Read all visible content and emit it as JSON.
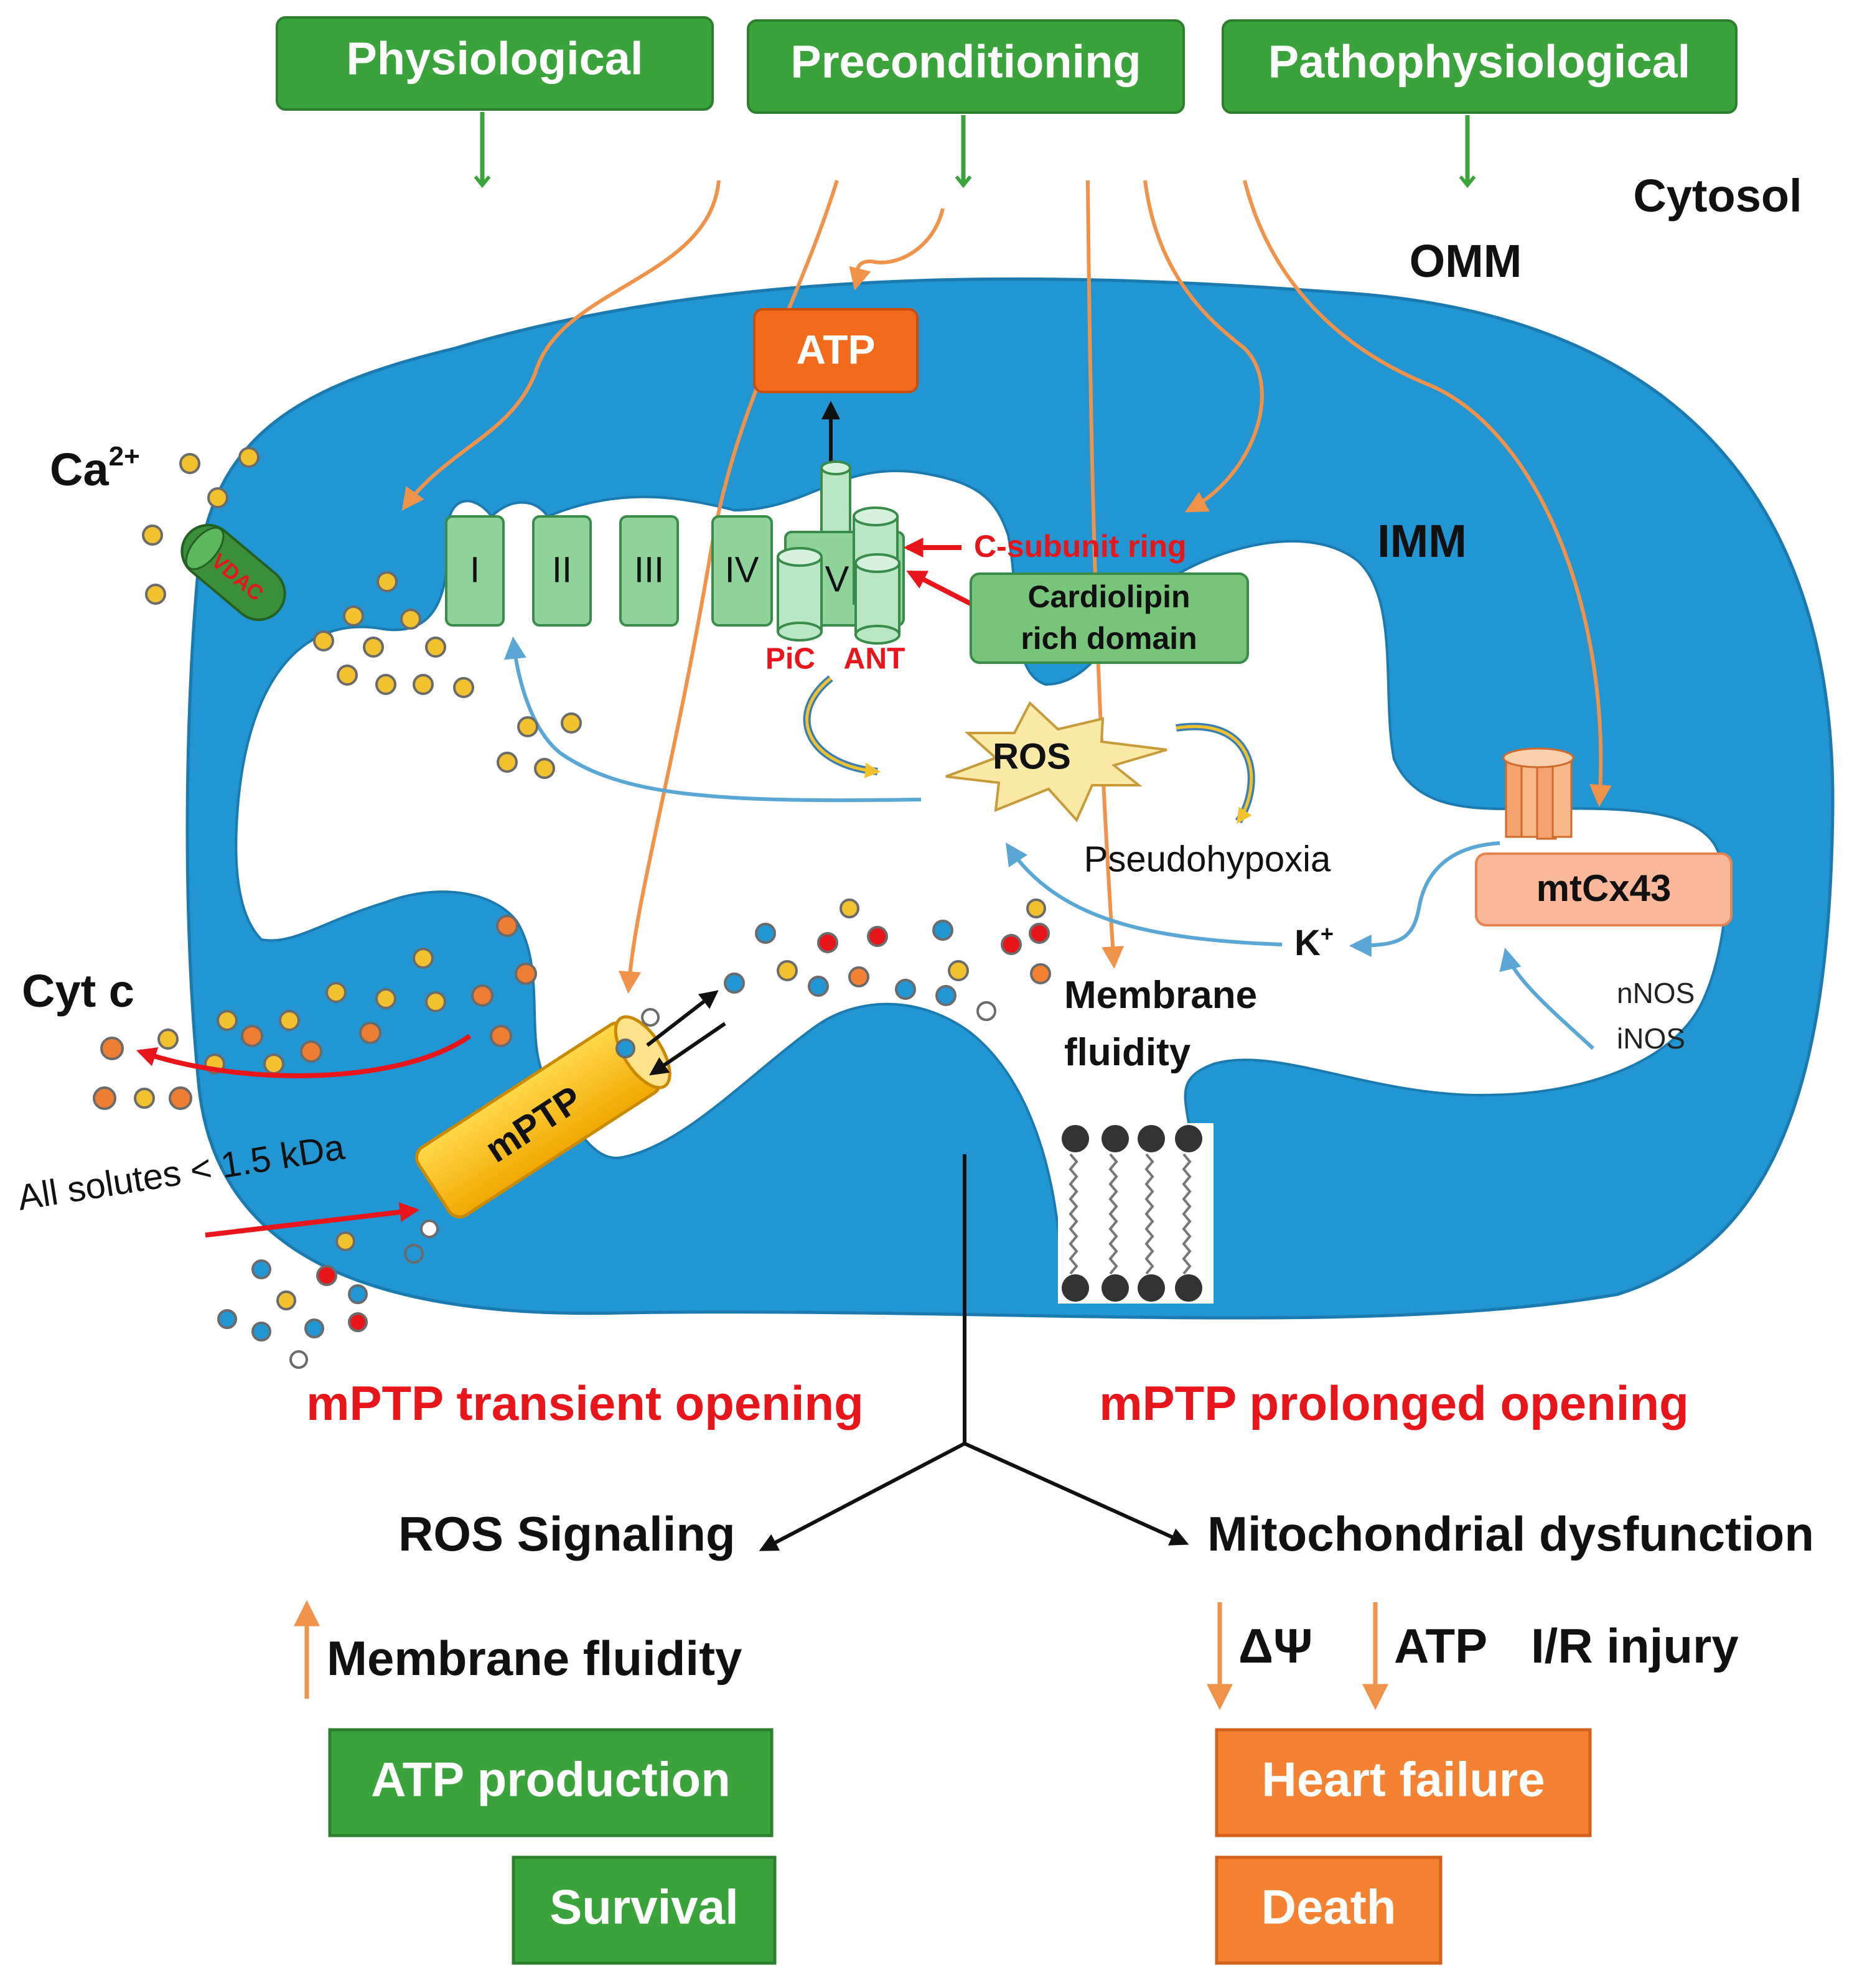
{
  "triggers": {
    "physiological": "Physiological",
    "preconditioning": "Preconditioning",
    "pathophysiological": "Pathophysiological"
  },
  "compartments": {
    "cytosol": "Cytosol",
    "omm": "OMM",
    "imm": "IMM"
  },
  "ions": {
    "calcium": "Ca",
    "calcium_charge": "2+",
    "potassium": "K",
    "potassium_charge": "+"
  },
  "channels": {
    "vdac": "VDAC",
    "mptp": "mPTP",
    "mtcx43": "mtCx43"
  },
  "complexes": [
    "I",
    "II",
    "III",
    "IV",
    "V"
  ],
  "carriers": {
    "pic": "PiC",
    "ant": "ANT"
  },
  "atp_label": "ATP",
  "c_subunit_ring": "C-subunit ring",
  "cardiolipin": {
    "line1": "Cardiolipin",
    "line2": "rich domain"
  },
  "ros": "ROS",
  "pseudohypoxia": "Pseudohypoxia",
  "membrane_fluidity": {
    "line1": "Membrane",
    "line2": "fluidity"
  },
  "nos": {
    "nnos": "nNOS",
    "inos": "iNOS"
  },
  "cyt_c": "Cyt c",
  "solutes": "All solutes < 1.5 kDa",
  "outcomes": {
    "transient": {
      "title": "mPTP transient opening",
      "signaling": "ROS Signaling",
      "fluidity": "Membrane fluidity",
      "box1": "ATP production",
      "box2": "Survival"
    },
    "prolonged": {
      "title": "mPTP prolonged opening",
      "dysfunction": "Mitochondrial dysfunction",
      "delta_psi": "ΔΨ",
      "atp": "ATP",
      "ir_injury": "I/R injury",
      "box1": "Heart failure",
      "box2": "Death"
    }
  },
  "colors": {
    "matrix_blue": "#2196d3",
    "box_green": "#3ba33b",
    "light_green": "#8fd39a",
    "atp_orange": "#f26b1d",
    "outcome_orange": "#f58233",
    "red_label": "#e8151b",
    "arrow_orange": "#f0924a",
    "arrow_blue": "#5aa7d6",
    "mptp_yellow": "#f5b800",
    "mtcx43_peach": "#f9b89a",
    "particle_yellow": "#f2c12e",
    "particle_orange": "#ee7d34"
  }
}
